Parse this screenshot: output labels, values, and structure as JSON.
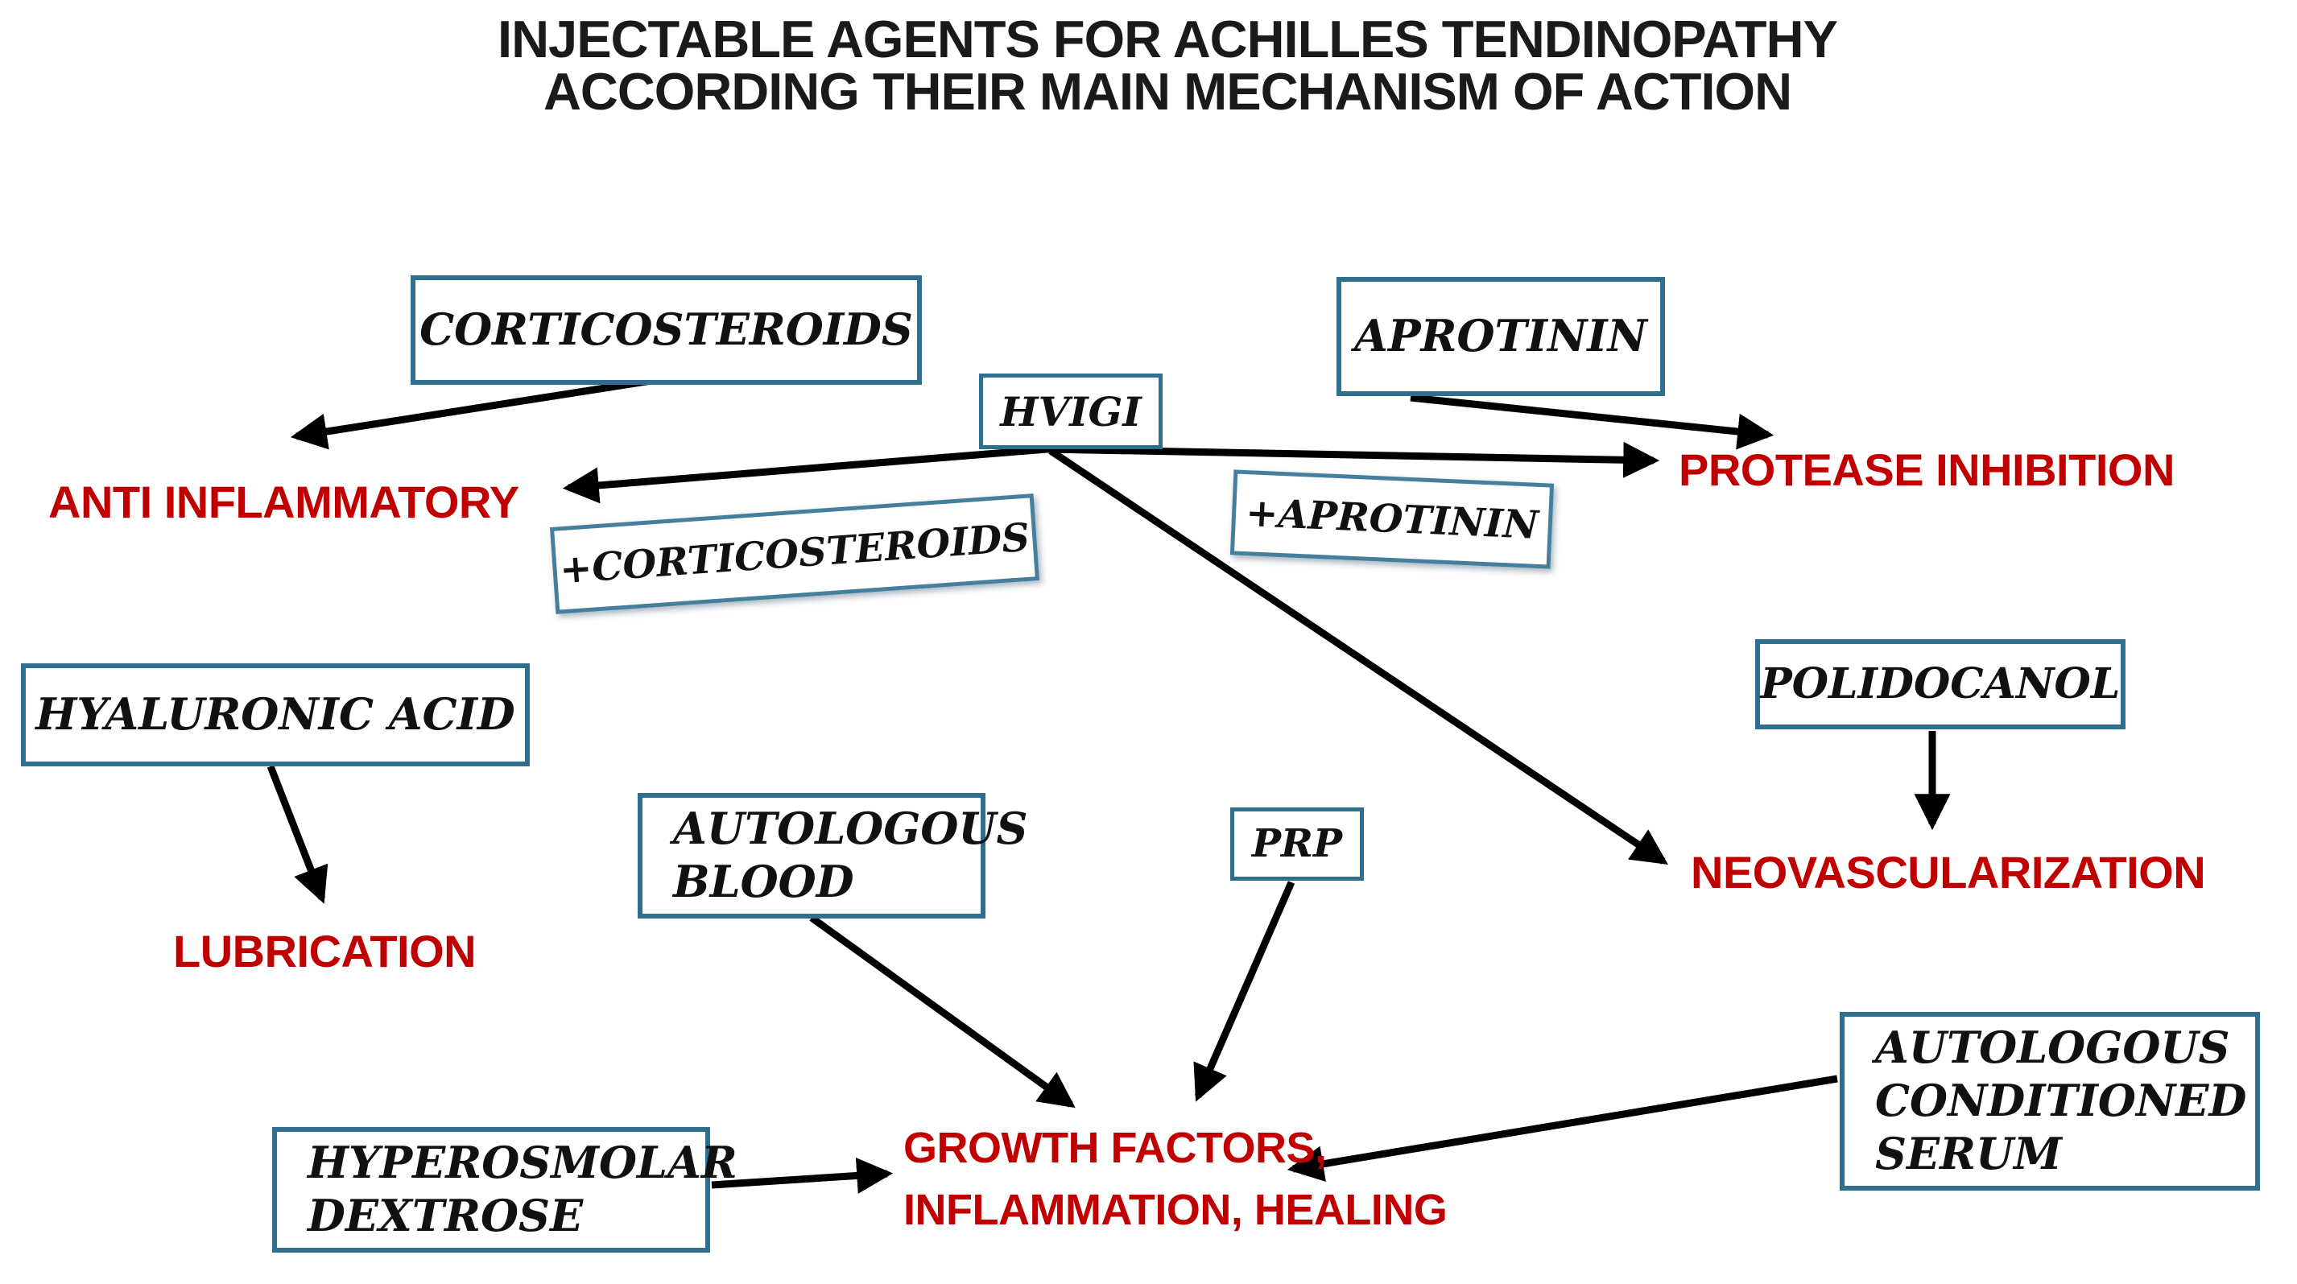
{
  "title": {
    "text": "INJECTABLE AGENTS FOR ACHILLES TENDINOPATHY\nACCORDING THEIR MAIN MECHANISM OF ACTION"
  },
  "agents": {
    "corticosteroids": {
      "label": "CORTICOSTEROIDS"
    },
    "aprotinin": {
      "label": "APROTININ"
    },
    "hvigi": {
      "label": "HVIGI"
    },
    "plus_corticosteroids": {
      "label": "+CORTICOSTEROIDS"
    },
    "plus_aprotinin": {
      "label": "+APROTININ"
    },
    "hyaluronic_acid": {
      "label": "HYALURONIC ACID"
    },
    "autologous_blood": {
      "label": "AUTOLOGOUS\nBLOOD"
    },
    "prp": {
      "label": "PRP"
    },
    "polidocanol": {
      "label": "POLIDOCANOL"
    },
    "hyperosmolar_dextrose": {
      "label": "HYPEROSMOLAR\nDEXTROSE"
    },
    "autologous_conditioned_serum": {
      "label": "AUTOLOGOUS\nCONDITIONED\nSERUM"
    }
  },
  "mechanisms": {
    "anti_inflammatory": {
      "label": "ANTI INFLAMMATORY"
    },
    "protease_inhibition": {
      "label": "PROTEASE INHIBITION"
    },
    "neovascularization": {
      "label": "NEOVASCULARIZATION"
    },
    "lubrication": {
      "label": "LUBRICATION"
    },
    "growth_factors": {
      "label": "GROWTH FACTORS,\nINFLAMMATION, HEALING"
    }
  },
  "colors": {
    "box_border": "#2E6E8E",
    "mechanism_red": "#C00000",
    "arrow_black": "#000000",
    "title_black": "#1A1A1A"
  }
}
